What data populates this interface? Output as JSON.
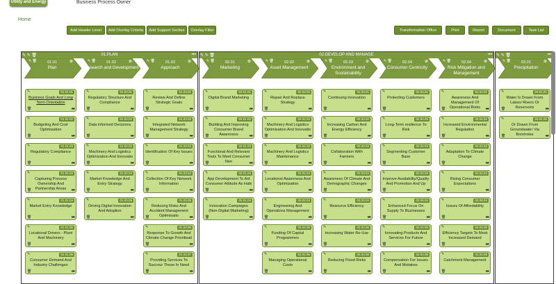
{
  "brand": "Utility and Energy",
  "app_title": "Business Process Owner",
  "breadcrumb": "Home",
  "toolbar_left": [
    "Add Header Level",
    "Add Overlay Criteria",
    "Add Support Section",
    "Overlay Filter"
  ],
  "toolbar_right": [
    "Transformation Office",
    "Print",
    "Report",
    "Document",
    "Task List"
  ],
  "stages": [
    {
      "title": "01.PLAN",
      "columns": [
        {
          "code": "01.01",
          "name": "Plan",
          "cards": [
            {
              "id": "01.01.01",
              "text": "Business Goals And Long Term Orientation",
              "underline": true
            },
            {
              "id": "01.01.02",
              "text": "Budgeting And Cost Optimization"
            },
            {
              "id": "01.01.03",
              "text": "Regulatory Compliance"
            },
            {
              "id": "01.01.04",
              "text": "Capturing Process Ownership And Partnership Areas"
            },
            {
              "id": "01.01.04",
              "text": "Market Entry Knowledge"
            },
            {
              "id": "01.01.05",
              "text": "Locational Drivers - Plant And Machinery"
            },
            {
              "id": "01.01.06",
              "text": "Consumer Demand And Industry Challenges"
            }
          ]
        },
        {
          "code": "01.02",
          "name": "Research and Development",
          "cards": [
            {
              "id": "01.02.01",
              "text": "Regulatory Structure And Compliance"
            },
            {
              "id": "01.02.02",
              "text": "Data informed Decisions"
            },
            {
              "id": "01.02.03",
              "text": "Machinery And Logistics Optimization And Innovatio"
            },
            {
              "id": "01.02.04",
              "text": "Market Knowledge And Entry Strategy"
            },
            {
              "id": "01.02.05",
              "text": "Driving Digital Innovation And Adoption"
            }
          ]
        },
        {
          "code": "01.03",
          "name": "Approach",
          "cards": [
            {
              "id": "01.03.01",
              "text": "Review And Define Strategic Goals"
            },
            {
              "id": "01.03.02",
              "text": "Integrated Network Management Strategy"
            },
            {
              "id": "01.03.03",
              "text": "Identification Of Key Issues"
            },
            {
              "id": "01.03.04",
              "text": "Collection Of Key Network Information"
            },
            {
              "id": "01.03.05",
              "text": "Reducing Risks And Accident Management Optimisatio"
            },
            {
              "id": "01.03.06",
              "text": "Response To Growth And Climate Change Prioritisati"
            },
            {
              "id": "01.03.07",
              "text": "Providing Services To Succour Those In Need"
            }
          ]
        }
      ]
    },
    {
      "title": "02.DEVELOP AND MANAGE",
      "columns": [
        {
          "code": "02.01",
          "name": "Marketing",
          "cards": [
            {
              "id": "02.01.01",
              "text": "Digital Brand Marketing"
            },
            {
              "id": "02.01.02",
              "text": "Building And Improving Consumer Brand Awareness"
            },
            {
              "id": "02.01.03",
              "text": "Functional And Relevant Tools To Meet Consumer Nee"
            },
            {
              "id": "02.01.04",
              "text": "App Development To Aid Consumer Attitude As Habi"
            },
            {
              "id": "02.01.04",
              "text": "Innovation Campaigns (Non-Digital Marketing)"
            }
          ]
        },
        {
          "code": "02.02",
          "name": "Asset Management",
          "cards": [
            {
              "id": "02.02.01",
              "text": "Repair And Replace Strategy"
            },
            {
              "id": "02.02.02",
              "text": "Machinery And Logistics Optimisation And Innovatio"
            },
            {
              "id": "02.02.03",
              "text": "Machinery And Logistics Maintenance"
            },
            {
              "id": "02.02.04",
              "text": "Locational Awareness And Optimization"
            },
            {
              "id": "02.02.04",
              "text": "Engineering And Operations Management"
            },
            {
              "id": "02.02.05",
              "text": "Funding Of Capital Programmes"
            },
            {
              "id": "02.02.06",
              "text": "Managing Operational Costs"
            }
          ]
        },
        {
          "code": "02.03",
          "name": "Environment and Sustainability",
          "cards": [
            {
              "id": "02.03.01",
              "text": "Continuing Innovation"
            },
            {
              "id": "02.03.02",
              "text": "Increasing Carbon And Energy Efficiency"
            },
            {
              "id": "02.03.03",
              "text": "Collaboration With Farmers"
            },
            {
              "id": "02.03.04",
              "text": "Awareness Of Climate And Demographic Changes"
            },
            {
              "id": "02.03.04",
              "text": "Resource Efficiency"
            },
            {
              "id": "02.03.05",
              "text": "Increasing Water Re-Use"
            },
            {
              "id": "02.03.06",
              "text": "Reducing Flood Risks"
            }
          ]
        },
        {
          "code": "02.04",
          "name": "Consumer Centricity",
          "cards": [
            {
              "id": "02.04.01",
              "text": "Protecting Customers"
            },
            {
              "id": "02.04.02",
              "text": "Long-Term resilience To Risk"
            },
            {
              "id": "02.04.03",
              "text": "Segmenting Customer Base"
            },
            {
              "id": "02.04.04",
              "text": "Improve Availability/Quality And Promotion And Up"
            },
            {
              "id": "02.04.04",
              "text": "Enhanced Focus On Supply To Businesses"
            },
            {
              "id": "02.04.05",
              "text": "Innovating Products And Services For Future"
            },
            {
              "id": "02.04.06",
              "text": "Compensation For Issues And Mistakes"
            }
          ]
        },
        {
          "code": "02.04",
          "name": "Risk Mitigation and Management",
          "cards": [
            {
              "id": "02.04.01",
              "text": "Awareness And Management Of Operational Risks"
            },
            {
              "id": "02.04.02",
              "text": "Increased Environmental Regulation"
            },
            {
              "id": "02.04.03",
              "text": "Adaptation To Climate Change"
            },
            {
              "id": "02.04.04",
              "text": "Rising Consumer Expectations"
            },
            {
              "id": "02.04.04",
              "text": "Issues Of Affordability"
            },
            {
              "id": "02.04.05",
              "text": "Efficiency Targets To Meet Increased Demand"
            },
            {
              "id": "02.04.06",
              "text": "Catchment Management"
            }
          ]
        }
      ]
    },
    {
      "title": "",
      "columns": [
        {
          "code": "03.01",
          "name": "Precipitation",
          "cards": [
            {
              "id": "03.01.01",
              "text": "Water Is Drawn From Lakes/ Rivers Or Reservoirs"
            },
            {
              "id": "03.01.02",
              "text": "Or Drawn From Groundwater Via Boreholes"
            }
          ]
        }
      ]
    }
  ]
}
